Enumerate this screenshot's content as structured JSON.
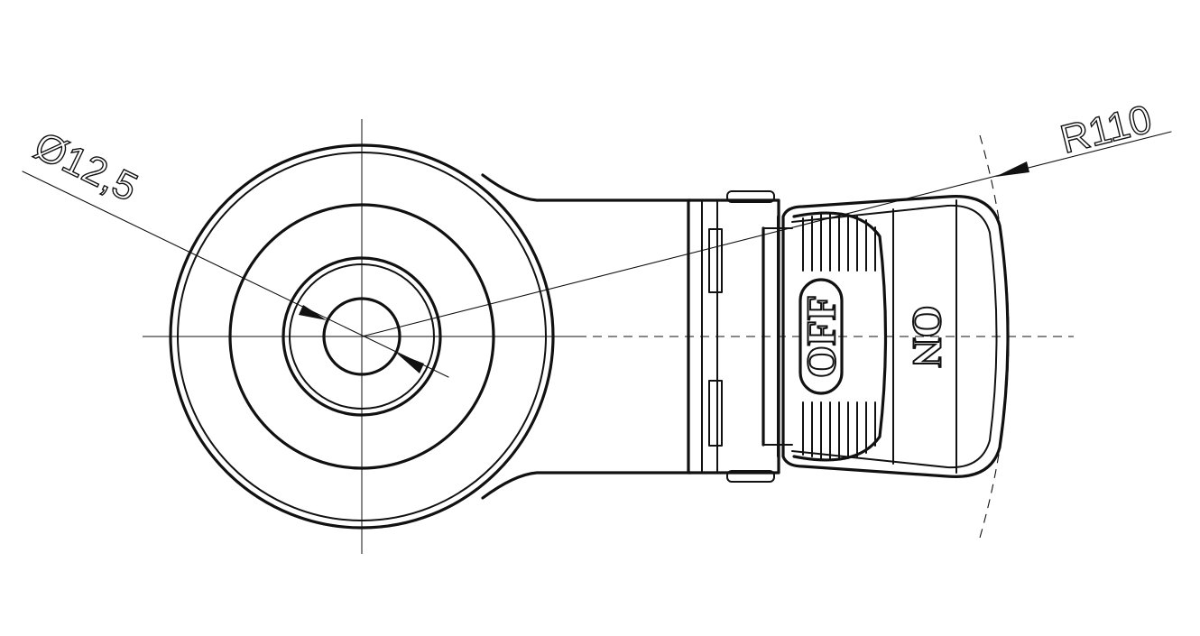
{
  "dimensions": {
    "diameter": "Ø12,5",
    "radius": "R110"
  },
  "switch_labels": {
    "off": "OFF",
    "on": "ON"
  },
  "colors": {
    "line": "#111111",
    "background": "#ffffff"
  }
}
